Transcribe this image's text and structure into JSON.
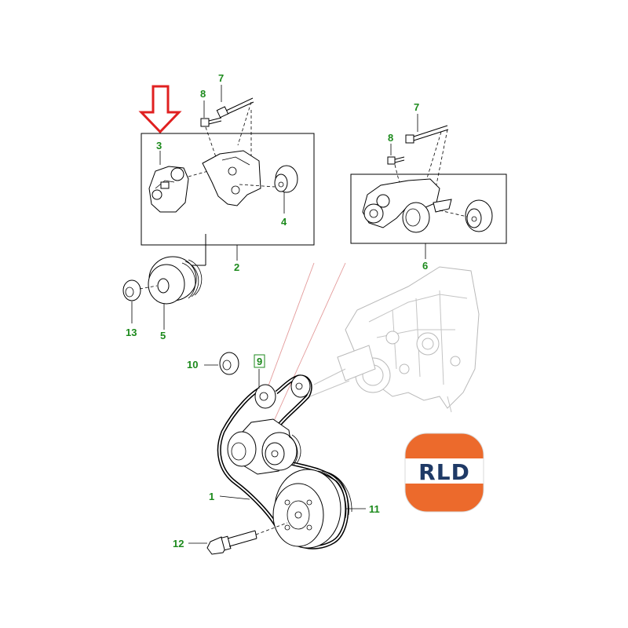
{
  "diagram": {
    "callouts": {
      "c1": "1",
      "c2": "2",
      "c3": "3",
      "c4": "4",
      "c5": "5",
      "c6": "6",
      "c7a": "7",
      "c7b": "7",
      "c8a": "8",
      "c8b": "8",
      "c9": "9",
      "c10": "10",
      "c11": "11",
      "c12": "12",
      "c13": "13"
    },
    "highlighted_part": "3",
    "arrow_color": "#e02020",
    "callout_color": "#1c8a1c"
  },
  "logo": {
    "text": "RLD",
    "top_color": "#ec6a2c",
    "bottom_color": "#ec6a2c",
    "band_color": "#ffffff",
    "text_color": "#1f3a66"
  }
}
